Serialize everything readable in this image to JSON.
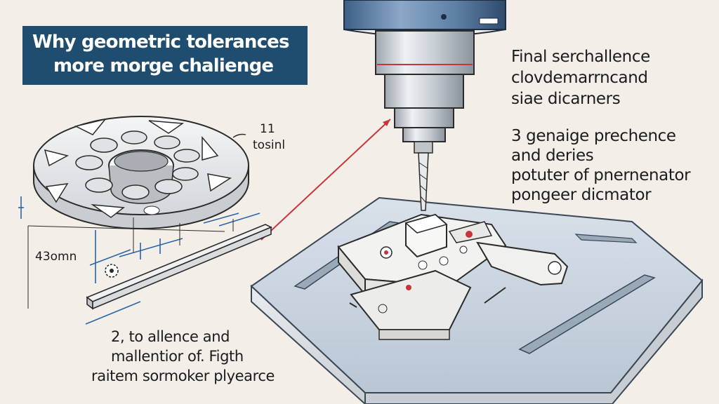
{
  "title": {
    "lines": [
      "Why geometric tolerances",
      "more  morge chalienge"
    ]
  },
  "right_text": {
    "block1": [
      "Final serchallence",
      "clovdemarrncand",
      "siae dicarners"
    ],
    "block2": [
      "3 genaige prechence",
      "and deries",
      "potuter of pnernenator",
      "pongeer dicmator"
    ]
  },
  "bottom_text": [
    "2, to allence and",
    "mallentior of. Figth",
    "raitem sormoker plyearce"
  ],
  "callout": {
    "number": "11",
    "word": "tosinl"
  },
  "dimension_label": "43omn",
  "colors": {
    "banner": "#1f4d70",
    "background": "#f3efe8",
    "leader_red": "#c8343c",
    "dimension_blue": "#2b64a8",
    "machine_blue": "#5f7fa3"
  }
}
